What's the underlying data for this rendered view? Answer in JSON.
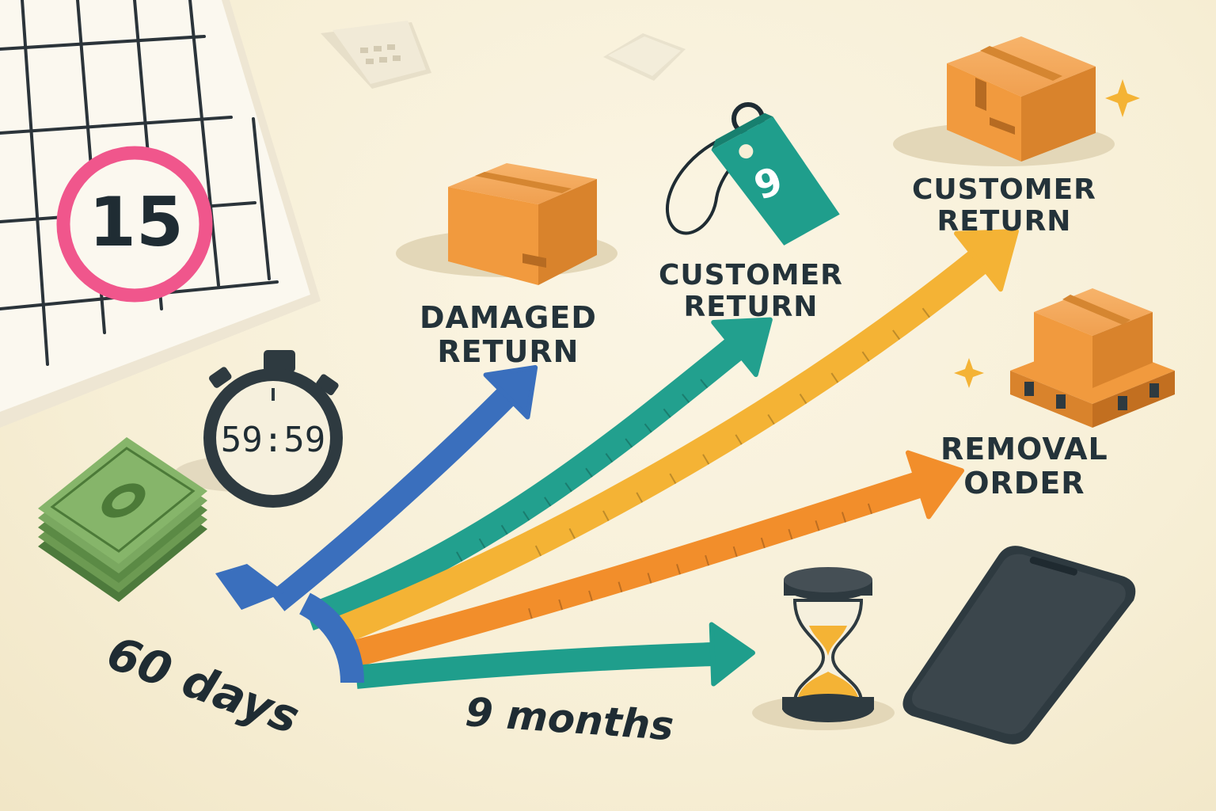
{
  "calendar": {
    "circled_date": "15",
    "circle_color": "#f0568c"
  },
  "stopwatch": {
    "time": "59:59"
  },
  "tag": {
    "number": "9",
    "color": "#1f9e8c"
  },
  "labels": {
    "damaged_return": [
      "DAMAGED",
      "RETURN"
    ],
    "customer_return_mid": [
      "CUSTOMER",
      "RETURN"
    ],
    "customer_return_top": [
      "CUSTOMER",
      "RETURN"
    ],
    "removal_order": [
      "REMOVAL",
      "ORDER"
    ]
  },
  "durations": {
    "start": "60 days",
    "end": "9 months"
  },
  "arrow_colors": {
    "blue": "#3a6fbd",
    "teal": "#22a08e",
    "yellow": "#f4b335",
    "orange": "#f28e2b",
    "teal_bottom": "#1f9e8c"
  },
  "icons": [
    "calendar-icon",
    "stopwatch-icon",
    "cash-stack-icon",
    "box-icon",
    "price-tag-icon",
    "pallet-icon",
    "hourglass-icon",
    "smartphone-icon",
    "sparkle-icon"
  ]
}
